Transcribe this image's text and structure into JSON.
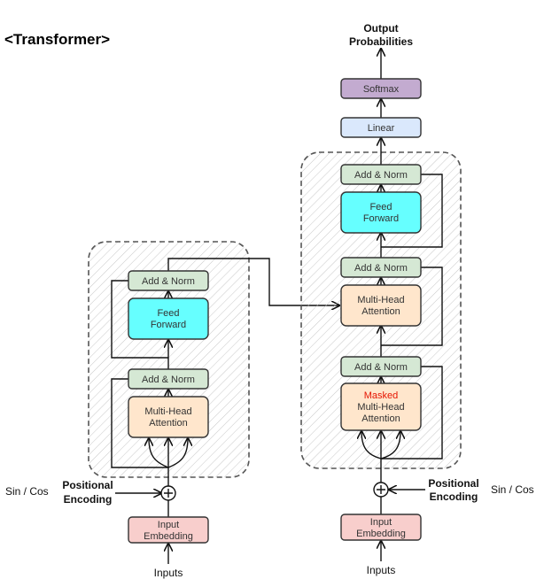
{
  "title": "<Transformer>",
  "encoder": {
    "inputs_label": "Inputs",
    "embedding_label": [
      "Input",
      "Embedding"
    ],
    "pos_enc_label": [
      "Positional",
      "Encoding"
    ],
    "sincos_label": "Sin / Cos",
    "attention_label": [
      "Multi-Head",
      "Attention"
    ],
    "addnorm1_label": "Add & Norm",
    "ff_label": [
      "Feed",
      "Forward"
    ],
    "addnorm2_label": "Add & Norm"
  },
  "decoder": {
    "inputs_label": "Inputs",
    "embedding_label": [
      "Input",
      "Embedding"
    ],
    "pos_enc_label": [
      "Positional",
      "Encoding"
    ],
    "sincos_label": "Sin / Cos",
    "masked_label": "Masked",
    "masked_attention_label": [
      "Multi-Head",
      "Attention"
    ],
    "addnorm1_label": "Add & Norm",
    "cross_attention_label": [
      "Multi-Head",
      "Attention"
    ],
    "addnorm2_label": "Add & Norm",
    "ff_label": [
      "Feed",
      "Forward"
    ],
    "addnorm3_label": "Add & Norm"
  },
  "head": {
    "linear_label": "Linear",
    "softmax_label": "Softmax",
    "output_label": [
      "Output",
      "Probabilities"
    ]
  },
  "colors": {
    "add_norm": "#d5e8d4",
    "feed_forward": "#66ffff",
    "attention": "#ffe6cc",
    "embedding": "#f8cecc",
    "linear": "#dae8fc",
    "softmax": "#c3abd0",
    "masked_text": "#e51400",
    "outline": "#333333"
  }
}
